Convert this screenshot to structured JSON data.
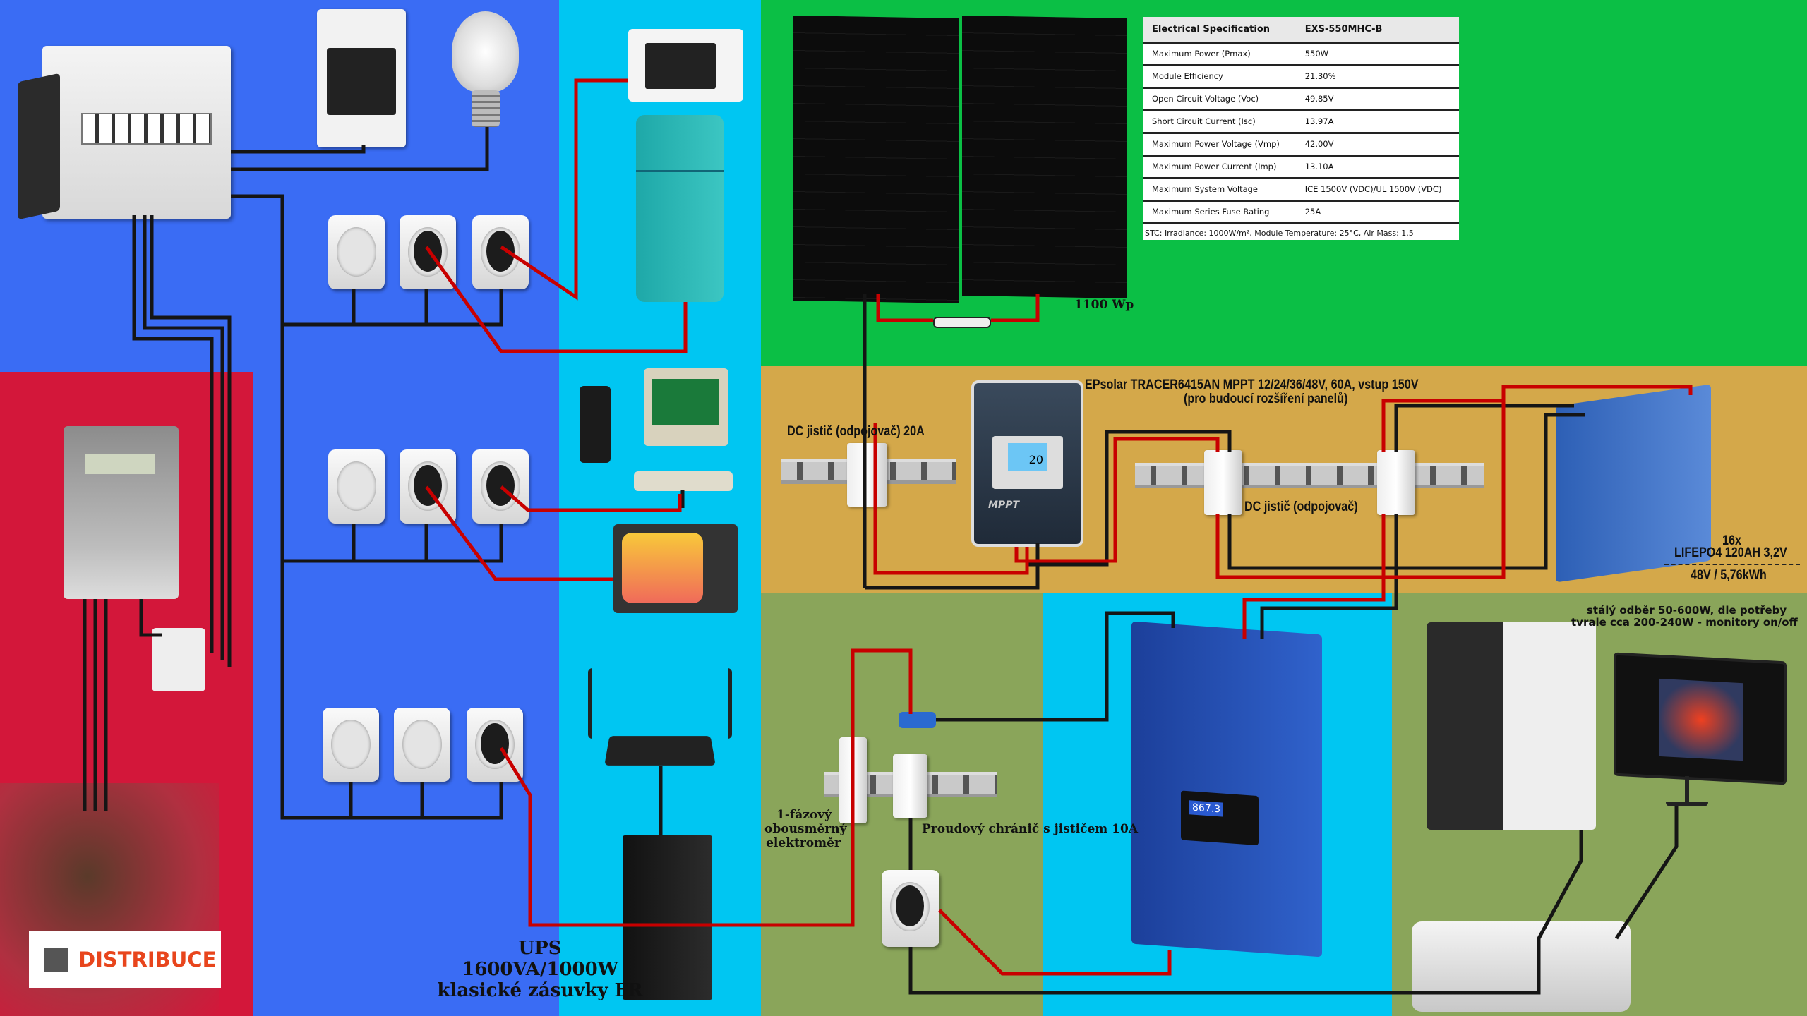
{
  "colors": {
    "home": "#3a6cf4",
    "distribution": "#d3173a",
    "appliances": "#00c6f2",
    "solar": "#0bbf45",
    "battery": "#d4a84a",
    "ac_side": "#8aa55a",
    "inverter": "#00c6f2",
    "load": "#8aa55a",
    "wire_dc_plus": "#c80000",
    "wire_neutral": "#151515"
  },
  "spec_table": {
    "header": [
      "Electrical Specification",
      "EXS-550MHC-B"
    ],
    "rows": [
      [
        "Maximum Power (Pmax)",
        "550W"
      ],
      [
        "Module Efficiency",
        "21.30%"
      ],
      [
        "Open Circuit Voltage (Voc)",
        "49.85V"
      ],
      [
        "Short Circuit Current (Isc)",
        "13.97A"
      ],
      [
        "Maximum Power Voltage (Vmp)",
        "42.00V"
      ],
      [
        "Maximum Power Current (Imp)",
        "13.10A"
      ],
      [
        "Maximum System Voltage",
        "ICE 1500V (VDC)/UL 1500V (VDC)"
      ],
      [
        "Maximum Series Fuse Rating",
        "25A"
      ]
    ],
    "footnote": "STC: Irradiance: 1000W/m², Module Temperature: 25°C, Air Mass: 1.5"
  },
  "labels": {
    "panels_power": "1100 Wp",
    "mppt_line1": "EPsolar TRACER6415AN MPPT 12/24/36/48V, 60A, vstup 150V",
    "mppt_line2": "(pro budoucí rozšíření panelů)",
    "dc_breaker_20a": "DC jistič (odpojovač) 20A",
    "dc_breaker": "DC jistič (odpojovač)",
    "battery_line1": "16x",
    "battery_line2": "LIFEPO4 120AH 3,2V",
    "battery_line3": "48V / 5,76kWh",
    "load_line1": "stálý odběr 50-600W, dle potřeby",
    "load_line2": "tvrale cca 200-240W - monitory on/off",
    "meter_line1": "1-fázový",
    "meter_line2": "obousměrný",
    "meter_line3": "elektroměr",
    "rcbo": "Proudový chránič s jističem 10A",
    "ups_line1": "UPS",
    "ups_line2": "1600VA/1000W",
    "ups_line3": "klasické zásuvky FR",
    "distributor_logo": "DISTRIBUCE",
    "mppt_display": "20",
    "inverter_display": "867.3"
  }
}
